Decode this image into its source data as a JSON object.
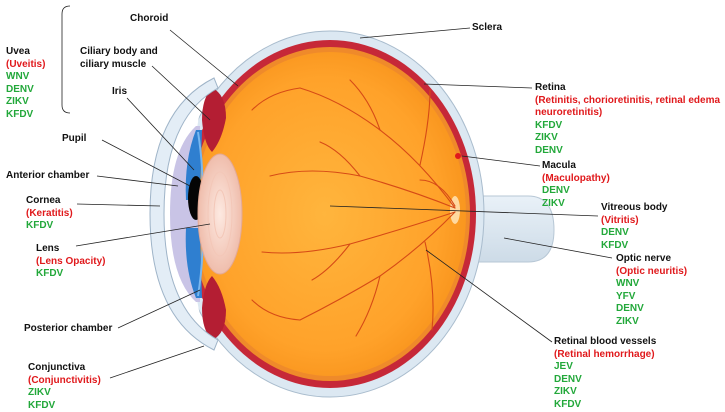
{
  "colors": {
    "structure": "#111111",
    "disease": "#e0191c",
    "virus": "#22a83a",
    "vitreous": "#ffa726",
    "choroid_band": "#c62838",
    "sclera": "#dbe8f2",
    "iris": "#2f7fd0",
    "lens": "#f6d2c4",
    "vessels": "#d64a16"
  },
  "labels": {
    "uvea": {
      "name": "Uvea",
      "disease": "(Uveitis)",
      "viruses": [
        "WNV",
        "DENV",
        "ZIKV",
        "KFDV"
      ]
    },
    "ciliary": {
      "line1": "Ciliary body and",
      "line2": "ciliary muscle"
    },
    "choroid": "Choroid",
    "iris": "Iris",
    "pupil": "Pupil",
    "anterior_chamber": "Anterior chamber",
    "cornea": {
      "name": "Cornea",
      "disease": "(Keratitis)",
      "viruses": [
        "KFDV"
      ]
    },
    "lens": {
      "name": "Lens",
      "disease": "(Lens Opacity)",
      "viruses": [
        "KFDV"
      ]
    },
    "posterior_chamber": "Posterior chamber",
    "conjunctiva": {
      "name": "Conjunctiva",
      "disease": "(Conjunctivitis)",
      "viruses": [
        "ZIKV",
        "KFDV"
      ]
    },
    "sclera": "Sclera",
    "retina": {
      "name": "Retina",
      "disease1": "(Retinitis, chorioretinitis, retinal edema",
      "disease2": "neuroretinitis)",
      "viruses": [
        "KFDV",
        "ZIKV",
        "DENV"
      ]
    },
    "macula": {
      "name": "Macula",
      "disease": "(Maculopathy)",
      "viruses": [
        "DENV",
        "ZIKV"
      ]
    },
    "vitreous": {
      "name": "Vitreous body",
      "disease": "(Vitritis)",
      "viruses": [
        "DENV",
        "KFDV"
      ]
    },
    "optic_nerve": {
      "name": "Optic nerve",
      "disease": "(Optic neuritis)",
      "viruses": [
        "WNV",
        "YFV",
        "DENV",
        "ZIKV"
      ]
    },
    "retinal_vessels": {
      "name": "Retinal blood vessels",
      "disease": "(Retinal hemorrhage)",
      "viruses": [
        "JEV",
        "DENV",
        "ZIKV",
        "KFDV"
      ]
    }
  }
}
